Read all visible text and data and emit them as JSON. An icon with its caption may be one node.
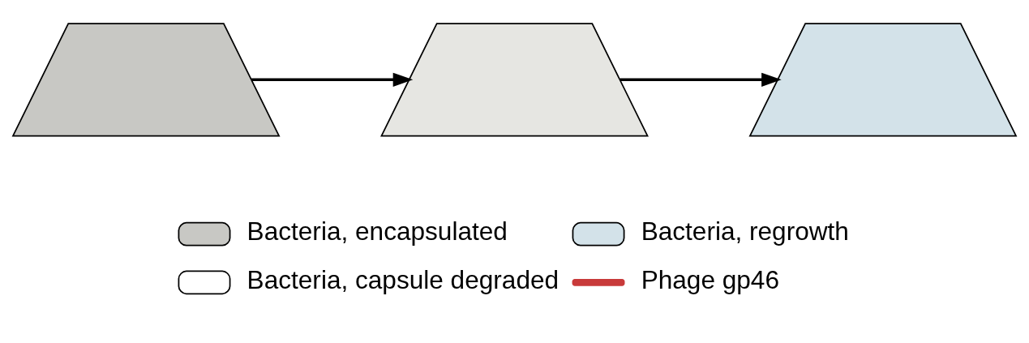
{
  "diagram": {
    "nodes": [
      {
        "text": [],
        "shape": "picture"
      },
      {
        "text": [],
        "shape": "picture"
      },
      {
        "text": [],
        "shape": "picture"
      }
    ],
    "edges": [
      {
        "from": 0,
        "to": 1,
        "arrow": "to"
      },
      {
        "from": 1,
        "to": 2,
        "arrow": "to"
      }
    ],
    "legend": [
      {
        "text": "Bacteria, encapsulated",
        "color": "#c8c8c4"
      },
      {
        "text": "Bacteria, regrowth",
        "color": "#d3e2e9"
      },
      {
        "text": "Bacteria, capsule degraded",
        "color": "#ffffff"
      },
      {
        "text": "Phage gp46",
        "color": "#c83a3a"
      }
    ]
  }
}
